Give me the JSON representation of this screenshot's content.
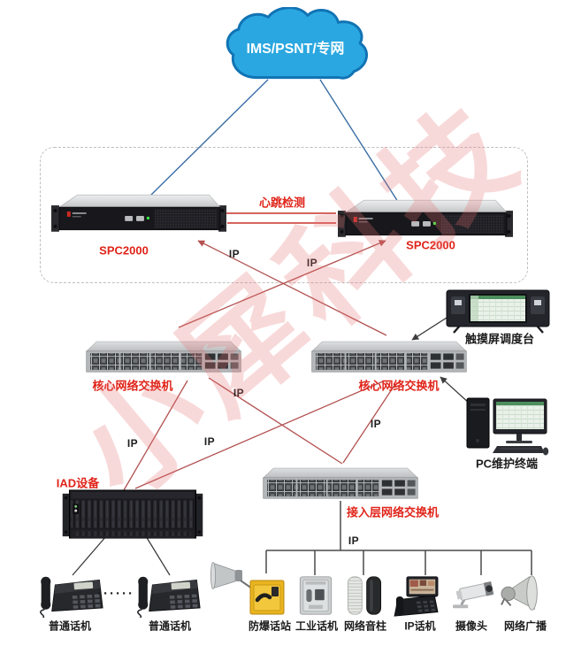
{
  "watermark": {
    "text": "小犀科技"
  },
  "cloud": {
    "label": "IMS/PSNT/专网"
  },
  "labels": {
    "heartbeat": "心跳检测",
    "ip": "IP",
    "ellipsis": "······"
  },
  "devices": {
    "server_left": "SPC2000",
    "server_right": "SPC2000",
    "core_switch_left": "核心网络交换机",
    "core_switch_right": "核心网络交换机",
    "touch_console": "触摸屏调度台",
    "pc_terminal": "PC维护终端",
    "iad": "IAD设备",
    "access_switch": "接入层网络交换机",
    "analog_phone_left": "普通话机",
    "analog_phone_right": "普通话机",
    "exproof_station": "防爆话站",
    "industrial_phone": "工业话机",
    "sound_column": "网络音柱",
    "ip_phone": "IP话机",
    "camera": "摄像头",
    "broadcast": "网络广播"
  },
  "colors": {
    "cloud_fill": "#2aa7e0",
    "cloud_stroke": "#1173b4",
    "red_label": "#e02419",
    "red_wire": "#b35151",
    "heart_wire": "#c8322b",
    "blue_wire": "#3a6ea5",
    "black_wire": "#3d3d3d",
    "bus_wire": "#4a4a4a",
    "label_dark": "#1c1c1c",
    "watermark": "#e87070"
  }
}
